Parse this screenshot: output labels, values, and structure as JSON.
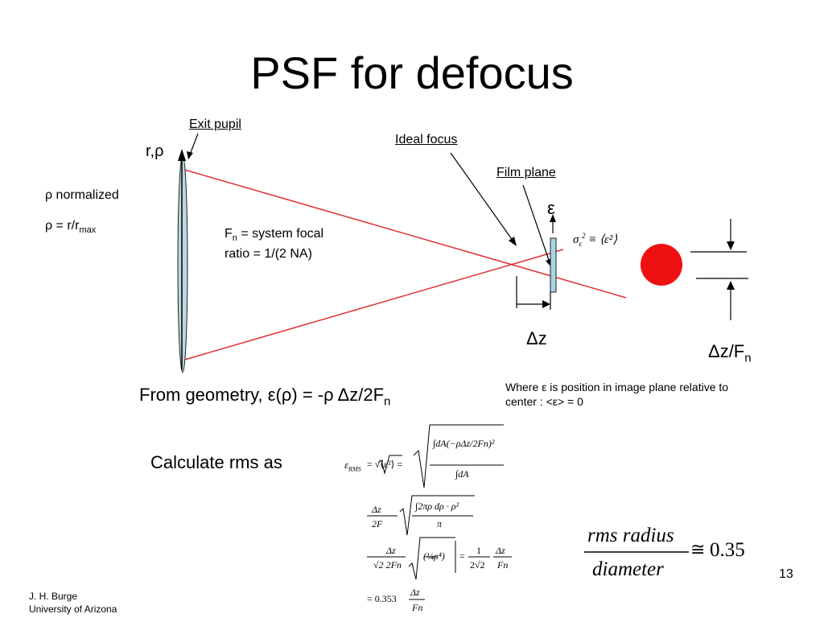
{
  "slide": {
    "title": "PSF for defocus",
    "page_number": "13",
    "footer": {
      "author": "J. H. Burge",
      "affiliation": "University of Arizona"
    }
  },
  "diagram": {
    "exit_pupil_label": "Exit pupil",
    "ideal_focus_label": "Ideal focus",
    "film_plane_label": "Film plane",
    "r_rho_label": "r,ρ",
    "rho_normalized_label": "ρ normalized",
    "rho_def": {
      "lhs": "ρ = r/r",
      "sub": "max"
    },
    "fn_text": {
      "f": "F",
      "sub": "n",
      "line1_rest": " = system focal",
      "line2": "ratio = 1/(2 NA)"
    },
    "epsilon_label": "ε",
    "delta_z_label": "Δz",
    "delta_z_fn": {
      "main": "Δz/F",
      "sub": "n"
    },
    "spot_color": "#ee1111",
    "ray_color": "#e03030",
    "lens_color": "#bcd8e0",
    "film_color": "#a8d4e0"
  },
  "text": {
    "geometry": {
      "main": "From geometry, ε(ρ) = -ρ Δz/2F",
      "sub": "n"
    },
    "where_line1": "Where ε is position in image plane relative to",
    "where_line2": "center :  <ε> = 0",
    "calc_rms": "Calculate rms as"
  },
  "formulas": {
    "sigma_def": {
      "sigma": "σ",
      "eps_sub": "ε",
      "sq": "2",
      "equiv": "≡",
      "rhs": "⟨ε²⟩"
    },
    "rms": {
      "lhs_eps": "ε",
      "lhs_sub": "RMS",
      "line1_mid": "= √⟨ε²⟩ =",
      "num": "∫dA(−ρΔz/2Fn)²",
      "den": "∫dA",
      "line2_coef_num": "Δz",
      "line2_coef_den": "2F",
      "line2_num": "∫2πρ dρ · ρ²",
      "line2_den": "π",
      "line3_coef_num": "Δz",
      "line3_coef_den": "√2 2Fn",
      "line3_frac": "(¼ρ⁴)",
      "line3_eq": "=",
      "line3_res_num": "1",
      "line3_res_den": "2√2",
      "line3_tail_num": "Δz",
      "line3_tail_den": "Fn",
      "line4_coef": "= 0.353",
      "line4_num": "Δz",
      "line4_den": "Fn"
    },
    "ratio": {
      "num": "rms  radius",
      "den": "diameter",
      "rel": "≅",
      "value": "0.35"
    }
  }
}
